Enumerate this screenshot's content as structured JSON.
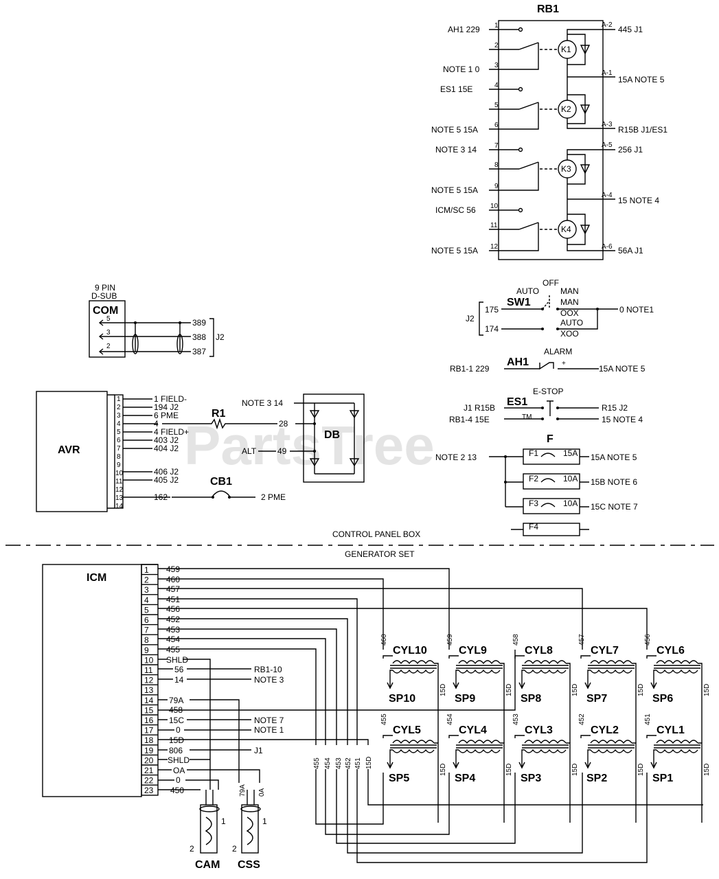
{
  "watermark": "PartsTree",
  "watermark_tm": "TM",
  "rb1": {
    "title": "RB1",
    "left_labels": [
      "AH1 229",
      "NOTE 1 0",
      "ES1 15E",
      "NOTE 5 15A",
      "NOTE 3 14",
      "NOTE 5 15A",
      "ICM/SC 56",
      "NOTE 5 15A"
    ],
    "pins": [
      "1",
      "2",
      "3",
      "4",
      "5",
      "6",
      "7",
      "8",
      "9",
      "10",
      "11",
      "12"
    ],
    "relays": [
      "K1",
      "K2",
      "K3",
      "K4"
    ],
    "right_pins": [
      "A-2",
      "A-1",
      "A-3",
      "A-5",
      "A-4",
      "A-6"
    ],
    "right_labels": [
      "445 J1",
      "15A NOTE 5",
      "R15B J1/ES1",
      "256 J1",
      "15 NOTE 4",
      "56A J1"
    ]
  },
  "com": {
    "title_line1": "9 PIN",
    "title_line2": "D-SUB",
    "name": "COM",
    "pins": [
      "5",
      "3",
      "2"
    ],
    "wires": [
      "389",
      "388",
      "387"
    ],
    "connector": "J2"
  },
  "sw1": {
    "name": "SW1",
    "off": "OFF",
    "auto": "AUTO",
    "man": "MAN",
    "man2": "MAN",
    "oox": "OOX",
    "auto2": "AUTO",
    "xoo": "XOO",
    "wire_top": "175",
    "wire_bot": "174",
    "connector": "J2",
    "out": "0 NOTE1"
  },
  "ah1": {
    "name": "AH1",
    "alarm": "ALARM",
    "plus": "+",
    "left": "RB1-1 229",
    "right": "15A NOTE 5"
  },
  "es1": {
    "name": "ES1",
    "estop": "E-STOP",
    "left1": "J1 R15B",
    "left2": "RB1-4 15E",
    "right1": "R15 J2",
    "right2": "15 NOTE 4"
  },
  "fuse": {
    "name": "F",
    "input": "NOTE 2 13",
    "items": [
      {
        "id": "F1",
        "rating": "15A",
        "out": "15A NOTE 5"
      },
      {
        "id": "F2",
        "rating": "10A",
        "out": "15B NOTE 6"
      },
      {
        "id": "F3",
        "rating": "10A",
        "out": "15C NOTE 7"
      },
      {
        "id": "F4",
        "rating": "",
        "out": ""
      }
    ]
  },
  "avr": {
    "name": "AVR",
    "pins": [
      "1",
      "2",
      "3",
      "4",
      "5",
      "6",
      "7",
      "8",
      "9",
      "10",
      "11",
      "12",
      "13",
      "14"
    ],
    "wires": [
      "1 FIELD-",
      "194 J2",
      "6 PME",
      "4",
      "4 FIELD+",
      "403 J2",
      "404 J2",
      "406 J2",
      "405 J2",
      "162"
    ]
  },
  "r1": {
    "name": "R1",
    "wire": "28"
  },
  "db": {
    "name": "DB",
    "in1": "NOTE 3 14",
    "in2": "ALT",
    "wire2": "49"
  },
  "cb1": {
    "name": "CB1",
    "out": "2 PME"
  },
  "sections": {
    "top": "CONTROL PANEL BOX",
    "bottom": "GENERATOR SET"
  },
  "icm": {
    "name": "ICM",
    "pins": [
      "1",
      "2",
      "3",
      "4",
      "5",
      "6",
      "7",
      "8",
      "9",
      "10",
      "11",
      "12",
      "13",
      "14",
      "15",
      "16",
      "17",
      "18",
      "19",
      "20",
      "21",
      "22",
      "23"
    ],
    "wires": [
      "459",
      "460",
      "457",
      "451",
      "456",
      "452",
      "453",
      "454",
      "455",
      "SHLD",
      "56",
      "14",
      "",
      "79A",
      "458",
      "15C",
      "0",
      "15D",
      "806",
      "SHLD",
      "OA",
      "0",
      "450"
    ],
    "ext": [
      "RB1-10",
      "NOTE 3",
      "NOTE 7",
      "NOTE 1",
      "J1"
    ]
  },
  "cylinders_top": [
    {
      "cyl": "CYL10",
      "sp": "SP10",
      "wire": "460"
    },
    {
      "cyl": "CYL9",
      "sp": "SP9",
      "wire": "459"
    },
    {
      "cyl": "CYL8",
      "sp": "SP8",
      "wire": "458"
    },
    {
      "cyl": "CYL7",
      "sp": "SP7",
      "wire": "457"
    },
    {
      "cyl": "CYL6",
      "sp": "SP6",
      "wire": "456"
    }
  ],
  "cylinders_bottom": [
    {
      "cyl": "CYL5",
      "sp": "SP5",
      "wire": "455"
    },
    {
      "cyl": "CYL4",
      "sp": "SP4",
      "wire": "454"
    },
    {
      "cyl": "CYL3",
      "sp": "SP3",
      "wire": "453"
    },
    {
      "cyl": "CYL2",
      "sp": "SP2",
      "wire": "452"
    },
    {
      "cyl": "CYL1",
      "sp": "SP1",
      "wire": "451"
    }
  ],
  "common_wire": "15D",
  "vert_wires": [
    "455",
    "454",
    "453",
    "452",
    "451",
    "15D"
  ],
  "cam": {
    "name": "CAM",
    "p1": "1",
    "p2": "2"
  },
  "css": {
    "name": "CSS",
    "p1": "1",
    "p2": "2",
    "w1": "79A",
    "w2": "0A"
  }
}
